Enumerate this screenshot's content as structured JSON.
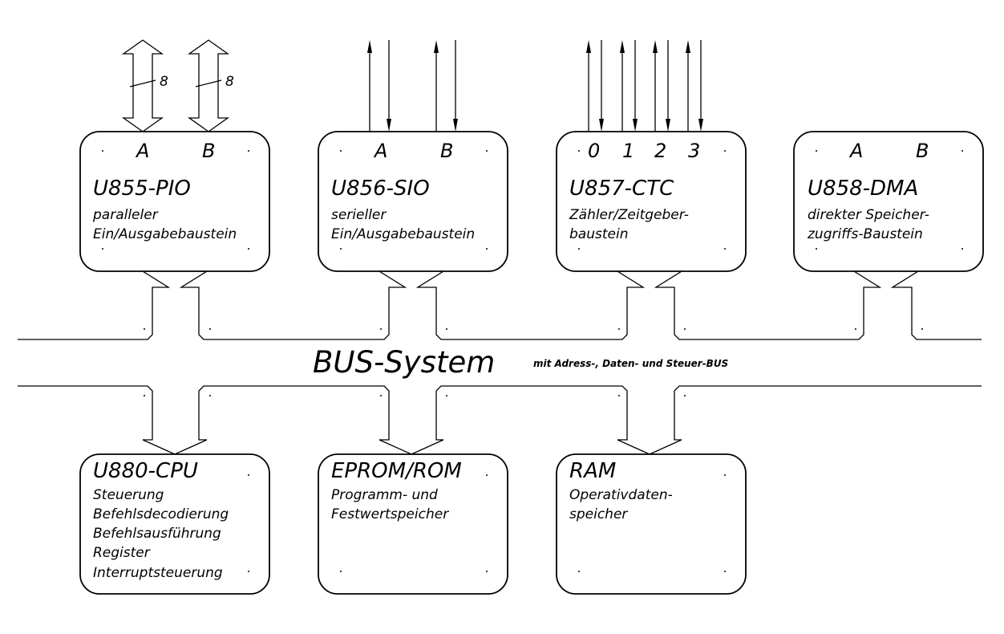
{
  "bus": {
    "title": "BUS-System",
    "subtitle": "mit Adress-, Daten- und Steuer-BUS"
  },
  "modules": {
    "pio": {
      "name": "U855-PIO",
      "port_a": "A",
      "port_b": "B",
      "width_a": "8",
      "width_b": "8",
      "line1": "paralleler",
      "line2": "Ein/Ausgabebaustein"
    },
    "sio": {
      "name": "U856-SIO",
      "port_a": "A",
      "port_b": "B",
      "line1": "serieller",
      "line2": "Ein/Ausgabebaustein"
    },
    "ctc": {
      "name": "U857-CTC",
      "ch0": "0",
      "ch1": "1",
      "ch2": "2",
      "ch3": "3",
      "line1": "Zähler/Zeitgeber-",
      "line2": "baustein"
    },
    "dma": {
      "name": "U858-DMA",
      "port_a": "A",
      "port_b": "B",
      "line1": "direkter Speicher-",
      "line2": "zugriffs-Baustein"
    },
    "cpu": {
      "name": "U880-CPU",
      "line1": "Steuerung",
      "line2": "Befehlsdecodierung",
      "line3": "Befehlsausführung",
      "line4": "Register",
      "line5": "Interruptsteuerung"
    },
    "rom": {
      "name": "EPROM/ROM",
      "line1": "Programm- und",
      "line2": "Festwertspeicher"
    },
    "ram": {
      "name": "RAM",
      "line1": "Operativdaten-",
      "line2": "speicher"
    }
  }
}
